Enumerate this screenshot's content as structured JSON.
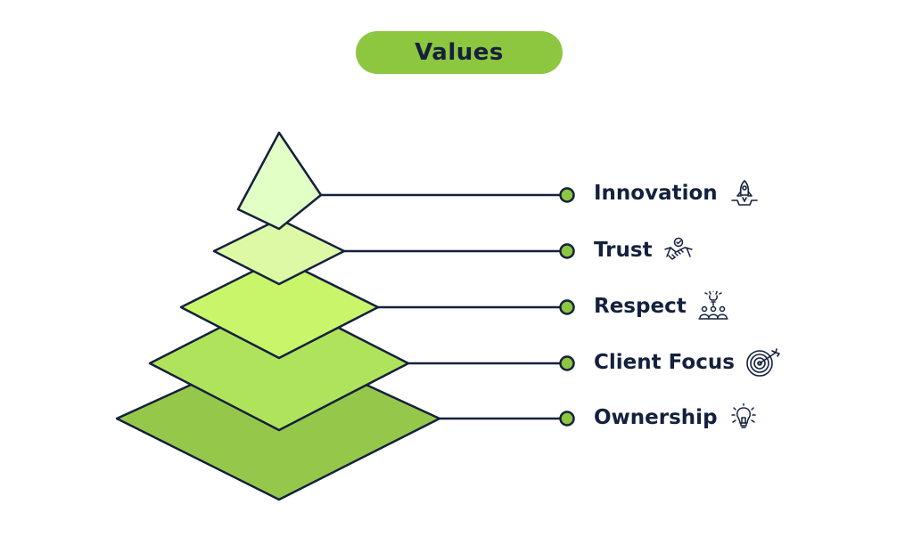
{
  "title": "Values",
  "colors": {
    "outline": "#14213d",
    "pill": "#8dc63f",
    "connector_dot": "#8dc63f"
  },
  "levels": [
    {
      "label": "Innovation",
      "icon": "rocket-icon",
      "fill": "#e2ffc6"
    },
    {
      "label": "Trust",
      "icon": "handshake-icon",
      "fill": "#def9a6"
    },
    {
      "label": "Respect",
      "icon": "team-idea-icon",
      "fill": "#c9f56b"
    },
    {
      "label": "Client Focus",
      "icon": "target-icon",
      "fill": "#b0e35c"
    },
    {
      "label": "Ownership",
      "icon": "lightbulb-icon",
      "fill": "#95c84a"
    }
  ]
}
